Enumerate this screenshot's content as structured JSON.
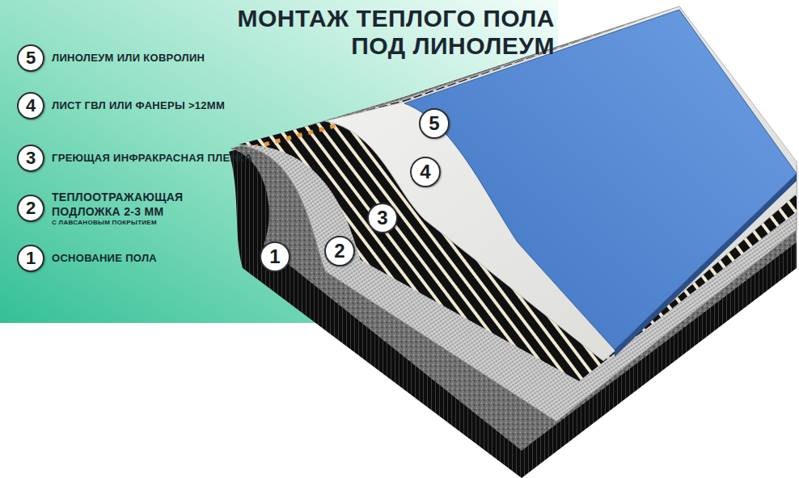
{
  "diagram": {
    "title": "МОНТАЖ ТЕПЛОГО ПОЛА ПОД ЛИНОЛЕУМ",
    "nodes": [
      {
        "text": [
          "5",
          "ЛИНОЛЕУМ ИЛИ КОВРОЛИН"
        ]
      },
      {
        "text": [
          "4",
          "ЛИСТ ГВЛ ИЛИ ФАНЕРЫ >12ММ"
        ]
      },
      {
        "text": [
          "3",
          "ГРЕЮЩАЯ ИНФРАКРАСНАЯ ПЛЕНКА"
        ]
      },
      {
        "text": [
          "2",
          "ТЕПЛООТРАЖАЮЩАЯ ПОДЛОЖКА 2-3 ММ",
          "С ЛАВСАНОВЫМ ПОКРЫТИЕМ"
        ]
      },
      {
        "text": [
          "1",
          "ОСНОВАНИЕ ПОЛА"
        ]
      },
      {
        "text": [
          "1"
        ]
      },
      {
        "text": [
          "2"
        ]
      },
      {
        "text": [
          "3"
        ]
      },
      {
        "text": [
          "4"
        ]
      },
      {
        "text": [
          "5"
        ]
      }
    ]
  }
}
